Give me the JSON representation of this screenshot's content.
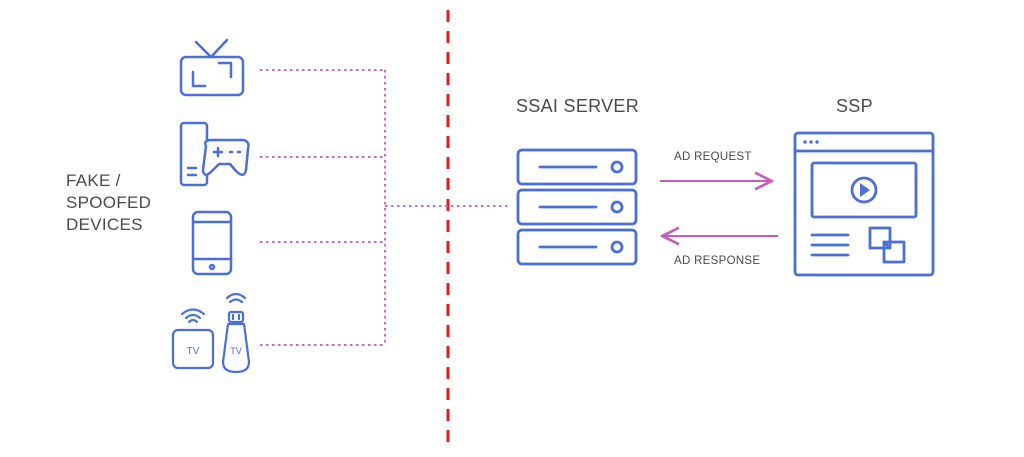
{
  "devices_label": [
    "FAKE /",
    "SPOOFED",
    "DEVICES"
  ],
  "server": {
    "title": "SSAI SERVER"
  },
  "ssp": {
    "title": "SSP"
  },
  "arrows": {
    "request": "AD REQUEST",
    "response": "AD RESPONSE"
  },
  "device_icons": {
    "tv_badge_1": "TV",
    "tv_badge_2": "TV"
  },
  "colors": {
    "icon_blue": "#4a6fd8",
    "dotted_pink": "#c86bc4",
    "arrow_pink": "#c45fb8",
    "divider_red": "#e01b1b",
    "text_gray": "#4a4a4a"
  }
}
